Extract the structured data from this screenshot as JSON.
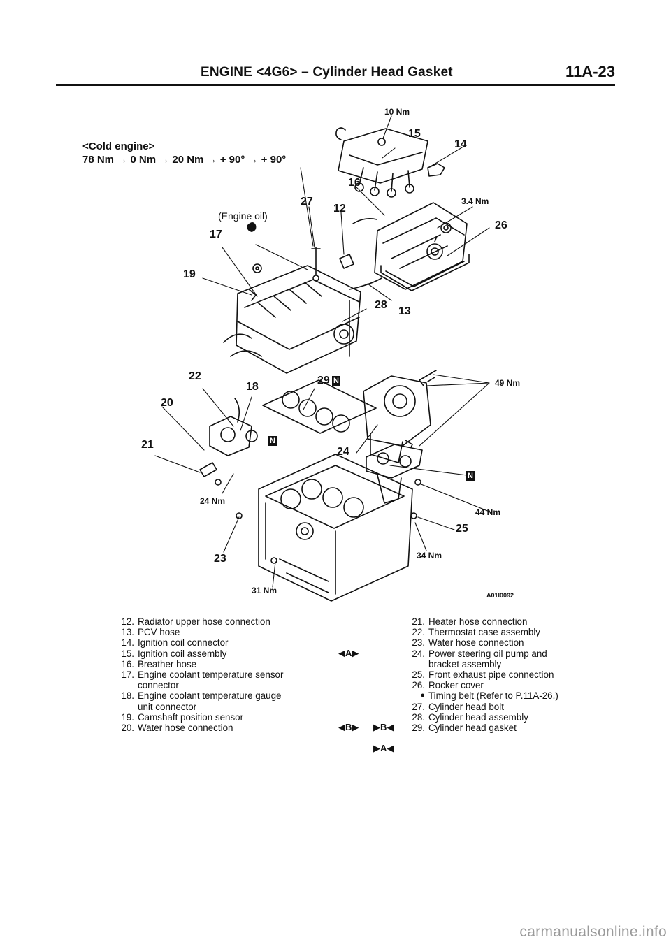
{
  "header": {
    "title": "ENGINE <4G6> – Cylinder Head Gasket",
    "page_number": "11A-23"
  },
  "diagram": {
    "cold_engine_label": "<Cold engine>",
    "cold_engine_torque": "78 Nm → 0 Nm → 20 Nm → + 90° → + 90°",
    "engine_oil_note": "(Engine oil)",
    "figure_code": "A01I0092",
    "callouts": {
      "c12": "12",
      "c13": "13",
      "c14": "14",
      "c15": "15",
      "c16": "16",
      "c17": "17",
      "c18": "18",
      "c19": "19",
      "c20": "20",
      "c21": "21",
      "c22": "22",
      "c23": "23",
      "c24": "24",
      "c25": "25",
      "c26": "26",
      "c27": "27",
      "c28": "28",
      "c29": "29"
    },
    "torques": {
      "t10": "10 Nm",
      "t3_4": "3.4 Nm",
      "t49": "49 Nm",
      "t24": "24 Nm",
      "t44": "44 Nm",
      "t34": "34 Nm",
      "t31": "31 Nm"
    },
    "new_part_mark": "N"
  },
  "legend": {
    "left": [
      {
        "num": "12.",
        "text": "Radiator upper hose connection"
      },
      {
        "num": "13.",
        "text": "PCV hose"
      },
      {
        "num": "14.",
        "text": "Ignition coil connector"
      },
      {
        "num": "15.",
        "text": "Ignition coil assembly"
      },
      {
        "num": "16.",
        "text": "Breather hose"
      },
      {
        "num": "17.",
        "text": "Engine coolant temperature sensor",
        "cont": "connector"
      },
      {
        "num": "18.",
        "text": "Engine coolant temperature gauge",
        "cont": "unit connector"
      },
      {
        "num": "19.",
        "text": "Camshaft position sensor"
      },
      {
        "num": "20.",
        "text": "Water hose connection"
      }
    ],
    "right": [
      {
        "num": "21.",
        "text": "Heater hose connection"
      },
      {
        "num": "22.",
        "text": "Thermostat case assembly"
      },
      {
        "num": "23.",
        "text": "Water hose connection"
      },
      {
        "num": "24.",
        "text": "Power steering oil pump and",
        "cont": "bracket assembly"
      },
      {
        "num": "25.",
        "text": "Front exhaust pipe connection"
      },
      {
        "num": "26.",
        "text": "Rocker cover"
      },
      {
        "num": "●",
        "text": "Timing belt (Refer to P.11A-26.)"
      },
      {
        "num": "27.",
        "text": "Cylinder head bolt"
      },
      {
        "num": "28.",
        "text": "Cylinder head assembly"
      },
      {
        "num": "29.",
        "text": "Cylinder head gasket"
      }
    ],
    "marks": {
      "m24": "◀A▶",
      "m27_removal": "◀B▶",
      "m27_install": "▶B◀",
      "m29_install": "▶A◀"
    }
  },
  "watermark": "carmanualsonline.info"
}
